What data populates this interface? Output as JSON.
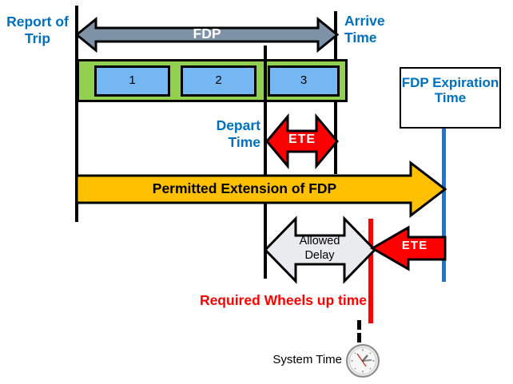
{
  "diagram": {
    "title_labels": {
      "report_of_trip": "Report of Trip",
      "arrive_time": "Arrive Time",
      "depart_time": "Depart Time",
      "fdp_expiration": "FDP Expiration Time",
      "required_wheels_up": "Required Wheels up time",
      "system_time": "System Time"
    },
    "arrows": {
      "fdp": "FDP",
      "ete_depart": "ETE",
      "permitted_extension": "Permitted Extension of FDP",
      "allowed_delay": "Allowed Delay",
      "ete_expiration": "ETE"
    },
    "segments": [
      {
        "label": "1"
      },
      {
        "label": "2"
      },
      {
        "label": "3"
      }
    ],
    "colors": {
      "label_blue": "#0070C0",
      "fdp_arrow_gray": "#7D92A7",
      "segment_bar_green": "#92D050",
      "segment_box_blue": "#74B7F3",
      "extension_orange": "#FFC000",
      "ete_red": "#FF0000",
      "allowed_delay_gray": "#E9EBEF",
      "expiration_line_blue": "#1B78D2"
    }
  }
}
